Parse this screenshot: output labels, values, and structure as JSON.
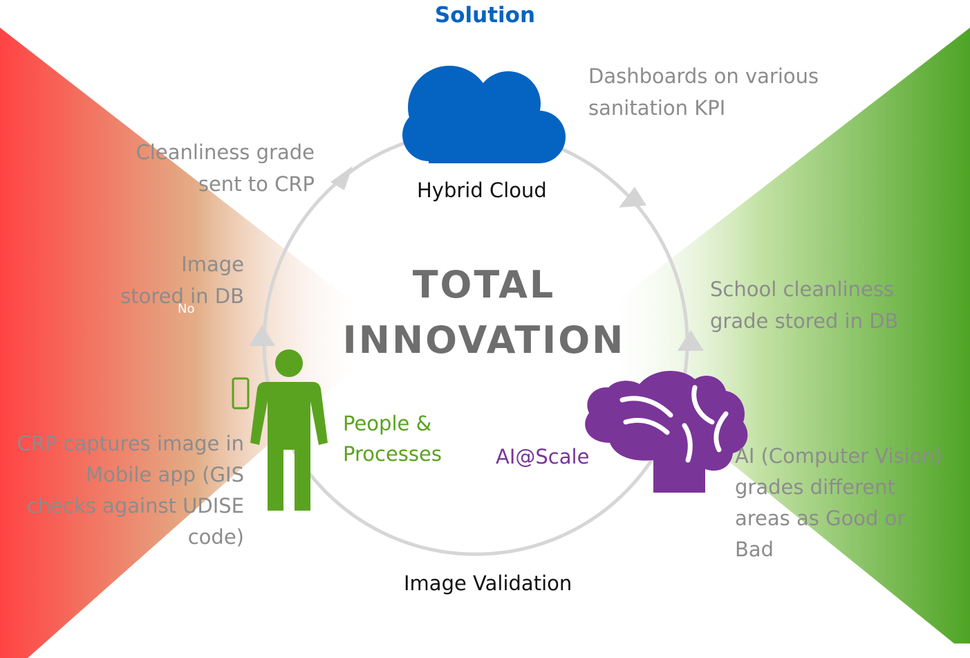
{
  "title": "Solution",
  "center": {
    "line1": "TOTAL",
    "line2": "INNOVATION"
  },
  "nodes": {
    "cloud_label": "Hybrid Cloud",
    "people_label_1": "People &",
    "people_label_2": "Processes",
    "ai_label": "AI@Scale",
    "bottom_label": "Image Validation"
  },
  "annotations": {
    "dashboards_1": "Dashboards on various",
    "dashboards_2": "sanitation KPI",
    "cleanliness_sent_1": "Cleanliness grade",
    "cleanliness_sent_2": "sent to CRP",
    "image_stored_1": "Image",
    "image_stored_2": "stored in DB",
    "no_note": "No",
    "school_grade_1": "School cleanliness",
    "school_grade_2": "grade stored in DB",
    "crp_capture_1": "CRP captures image in",
    "crp_capture_2": "Mobile app (GIS",
    "crp_capture_3": "checks against UDISE",
    "crp_capture_4": "code)",
    "ai_grades_1": "AI (Computer Vision)",
    "ai_grades_2": "grades different",
    "ai_grades_3": "areas as Good or",
    "ai_grades_4": "Bad"
  },
  "icons": {
    "cloud": "cloud-icon",
    "person": "person-icon",
    "phone": "mobile-phone-icon",
    "brain": "brain-icon",
    "arrows": "arrow-head-icon"
  },
  "colors": {
    "title": "#0563c1",
    "cloud": "#0563c1",
    "people": "#5aa320",
    "ai": "#7a3599",
    "left_wedge": "#ff4343",
    "right_wedge": "#4ea425",
    "ring": "#d6d6d6"
  }
}
